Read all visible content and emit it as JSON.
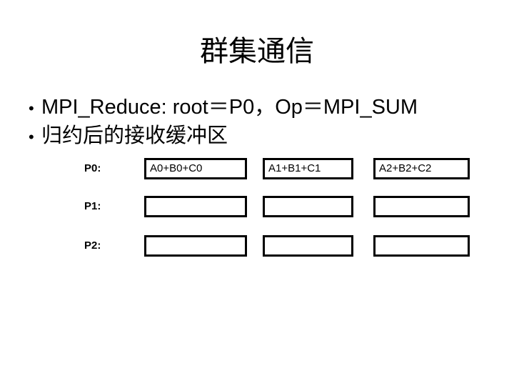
{
  "slide": {
    "title": "群集通信",
    "bullets": [
      {
        "marker": "•",
        "text": "MPI_Reduce: root＝P0，Op＝MPI_SUM",
        "script": "latin"
      },
      {
        "marker": "•",
        "text": "归约后的接收缓冲区",
        "script": "cjk"
      }
    ],
    "diagram": {
      "type": "buffer-grid",
      "rows": [
        {
          "label": "P0:",
          "cells": [
            "A0+B0+C0",
            "A1+B1+C1",
            "A2+B2+C2"
          ]
        },
        {
          "label": "P1:",
          "cells": [
            "",
            "",
            ""
          ]
        },
        {
          "label": "P2:",
          "cells": [
            "",
            "",
            ""
          ]
        }
      ]
    }
  },
  "colors": {
    "background": "#ffffff",
    "foreground": "#000000",
    "box_border": "#000000",
    "box_fill": "#ffffff"
  }
}
